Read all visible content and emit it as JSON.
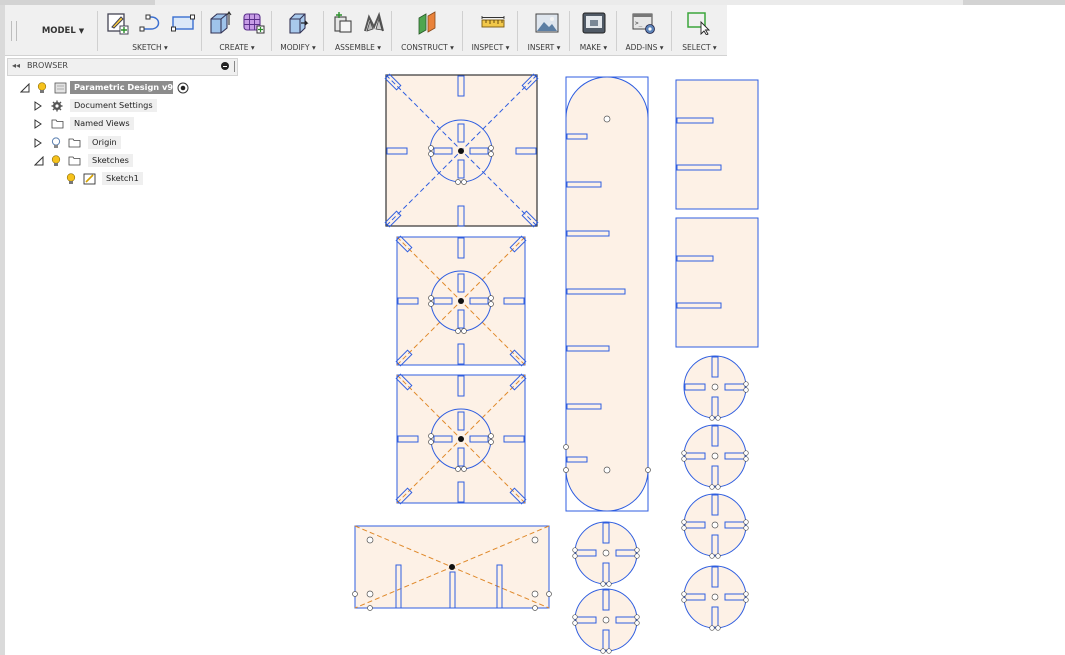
{
  "toolbar": {
    "workspace": "MODEL",
    "groups": [
      {
        "label": "SKETCH ▾",
        "icons": [
          "create-sketch-icon",
          "line-icon",
          "rectangle-icon"
        ]
      },
      {
        "label": "CREATE ▾",
        "icons": [
          "extrude-icon",
          "form-icon"
        ]
      },
      {
        "label": "MODIFY ▾",
        "icons": [
          "press-pull-icon"
        ]
      },
      {
        "label": "ASSEMBLE ▾",
        "icons": [
          "new-component-icon",
          "joint-icon"
        ]
      },
      {
        "label": "CONSTRUCT ▾",
        "icons": [
          "offset-plane-icon"
        ]
      },
      {
        "label": "INSPECT ▾",
        "icons": [
          "measure-icon"
        ]
      },
      {
        "label": "INSERT ▾",
        "icons": [
          "insert-image-icon"
        ]
      },
      {
        "label": "MAKE ▾",
        "icons": [
          "3d-print-icon"
        ]
      },
      {
        "label": "ADD-INS ▾",
        "icons": [
          "scripts-icon"
        ]
      },
      {
        "label": "SELECT ▾",
        "icons": [
          "select-icon"
        ]
      }
    ]
  },
  "browser": {
    "title": "BROWSER",
    "root": "Parametric Design v9",
    "items": [
      {
        "label": "Document Settings"
      },
      {
        "label": "Named Views"
      },
      {
        "label": "Origin"
      },
      {
        "label": "Sketches"
      },
      {
        "label": "Sketch1"
      }
    ]
  },
  "colors": {
    "sketch_line": "#2f5ee0",
    "construction_line": "#e08a2c",
    "fill": "#fdf1e6",
    "toolbar_bg": "#f0f0f0"
  }
}
